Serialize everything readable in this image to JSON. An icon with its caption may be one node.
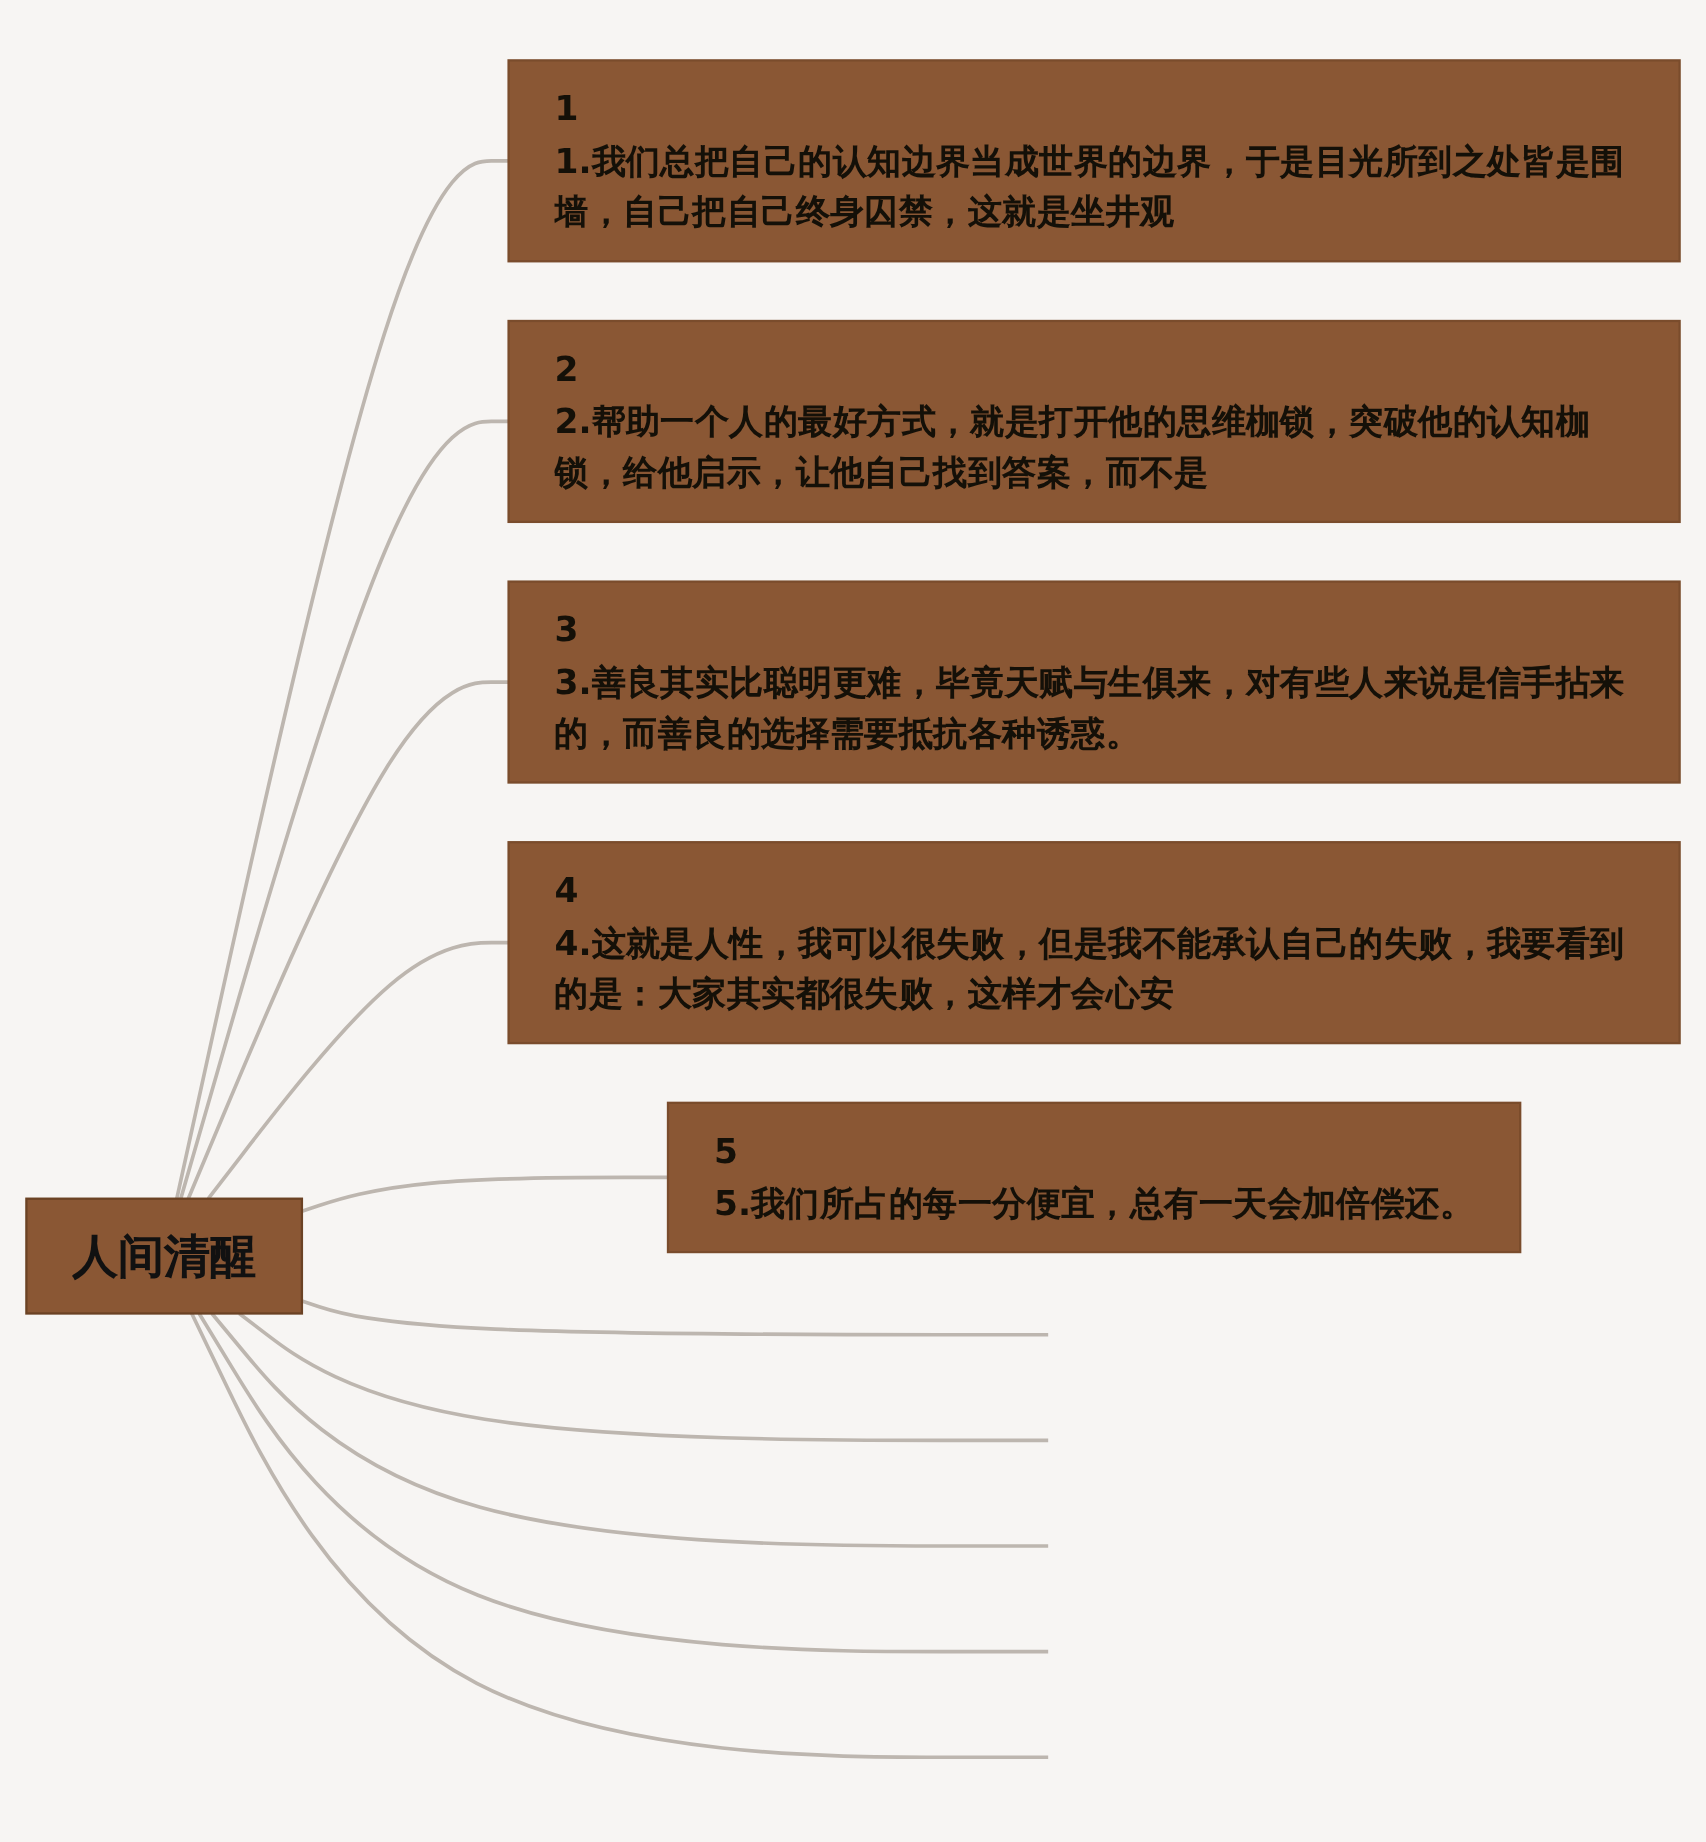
{
  "diagram": {
    "nodes": [
      {
        "text": [
          "人间清醒"
        ]
      },
      {
        "text": [
          "1",
          "1.我们总把自己的认知边界当成世界的边界，于是目光所到之处皆是围墙，自己把自己终身囚禁，这就是坐井观"
        ]
      },
      {
        "text": [
          "2",
          "2.帮助一个人的最好方式，就是打开他的思维枷锁，突破他的认知枷锁，给他启示，让他自己找到答案，而不是"
        ]
      },
      {
        "text": [
          "3",
          "3.善良其实比聪明更难，毕竟天赋与生俱来，对有些人来说是信手拈来的，而善良的选择需要抵抗各种诱惑。"
        ]
      },
      {
        "text": [
          "4",
          "4.这就是人性，我可以很失败，但是我不能承认自己的失败，我要看到的是：大家其实都很失败，这样才会心安"
        ]
      },
      {
        "text": [
          "5",
          "5.我们所占的每一分便宜，总有一天会加倍偿还。"
        ]
      }
    ],
    "edges": [
      {
        "from": 0,
        "to": 1,
        "arrow": "none"
      },
      {
        "from": 0,
        "to": 2,
        "arrow": "none"
      },
      {
        "from": 0,
        "to": 3,
        "arrow": "none"
      },
      {
        "from": 0,
        "to": 4,
        "arrow": "none"
      },
      {
        "from": 0,
        "to": 5,
        "arrow": "none"
      },
      {
        "from": 0,
        "to": null,
        "arrow": "none"
      },
      {
        "from": 0,
        "to": null,
        "arrow": "none"
      },
      {
        "from": 0,
        "to": null,
        "arrow": "none"
      },
      {
        "from": 0,
        "to": null,
        "arrow": "none"
      },
      {
        "from": 0,
        "to": null,
        "arrow": "none"
      }
    ]
  }
}
